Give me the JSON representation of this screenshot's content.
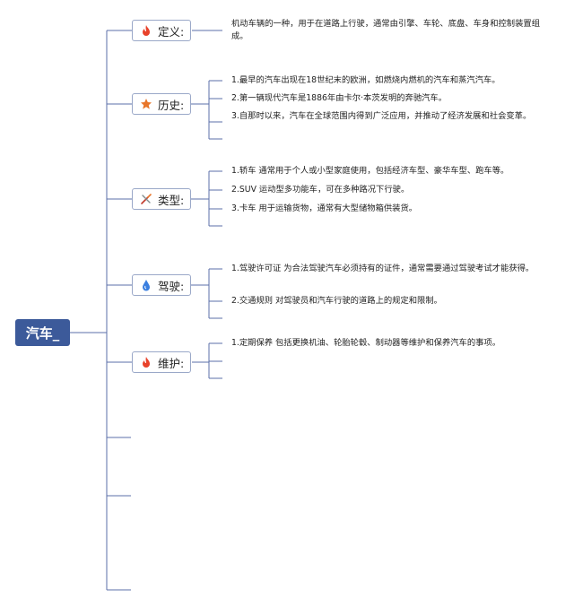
{
  "root": {
    "label": "汽车_"
  },
  "branches": [
    {
      "label": "定义:",
      "icon": "flame-icon",
      "items": [
        "机动车辆的一种，用于在道路上行驶，通常由引擎、车轮、底盘、车身和控制装置组成。"
      ]
    },
    {
      "label": "历史:",
      "icon": "star-icon",
      "items": [
        "1.最早的汽车出现在18世纪末的欧洲，如燃烧内燃机的汽车和蒸汽汽车。",
        "2.第一辆现代汽车是1886年由卡尔·本茨发明的奔驰汽车。",
        "3.自那时以来，汽车在全球范围内得到广泛应用，并推动了经济发展和社会变革。"
      ]
    },
    {
      "label": "类型:",
      "icon": "tools-icon",
      "items": [
        "1.轿车 通常用于个人或小型家庭使用，包括经济车型、豪华车型、跑车等。",
        "2.SUV 运动型多功能车，可在多种路况下行驶。",
        "3.卡车 用于运输货物，通常有大型储物箱供装货。"
      ]
    },
    {
      "label": "驾驶:",
      "icon": "water-drop-icon",
      "items": [
        "1.驾驶许可证 为合法驾驶汽车必须持有的证件，通常需要通过驾驶考试才能获得。",
        "2.交通规则 对驾驶员和汽车行驶的道路上的规定和限制。"
      ]
    },
    {
      "label": "维护:",
      "icon": "flame-icon",
      "items": [
        "1.定期保养 包括更换机油、轮胎轮毂、制动器等维护和保养汽车的事项。"
      ]
    }
  ],
  "colors": {
    "root_fill": "#3c5a9a",
    "line": "#5b6fa8",
    "flame": "#e8422a",
    "star": "#e8762a",
    "drop": "#3a7fe0",
    "node_border": "#9aa8c8"
  }
}
